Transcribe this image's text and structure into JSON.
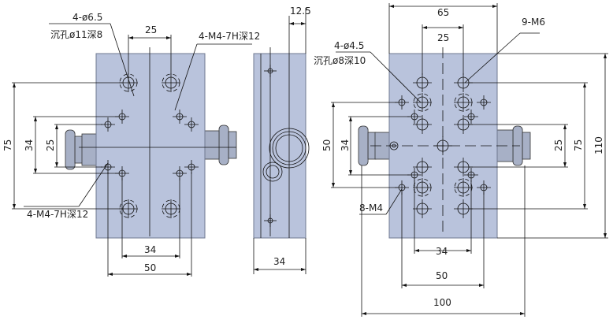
{
  "title": "XY stage dimension drawing",
  "colors": {
    "plate": "#b9c3dc",
    "line": "#111111"
  },
  "front_view": {
    "callout_counterbore_1": "4-ø6.5",
    "callout_counterbore_2": "沉孔ø11深8",
    "callout_thread_top": "4-M4-7H深12",
    "callout_thread_bottom": "4-M4-7H深12",
    "dim_top": "25",
    "dim_left_75": "75",
    "dim_left_34": "34",
    "dim_left_25": "25",
    "dim_bottom_34": "34",
    "dim_bottom_50": "50"
  },
  "side_view": {
    "dim_top": "12.5",
    "dim_bottom": "34"
  },
  "top_view": {
    "dim_65": "65",
    "dim_25_top": "25",
    "callout_m6": "9-M6",
    "callout_counterbore_1": "4-ø4.5",
    "callout_counterbore_2": "沉孔ø8深10",
    "callout_m4": "8-M4",
    "dim_left_50": "50",
    "dim_left_34": "34",
    "dim_right_25": "25",
    "dim_right_75": "75",
    "dim_right_110": "110",
    "dim_bottom_34": "34",
    "dim_bottom_50": "50",
    "dim_bottom_100": "100"
  }
}
